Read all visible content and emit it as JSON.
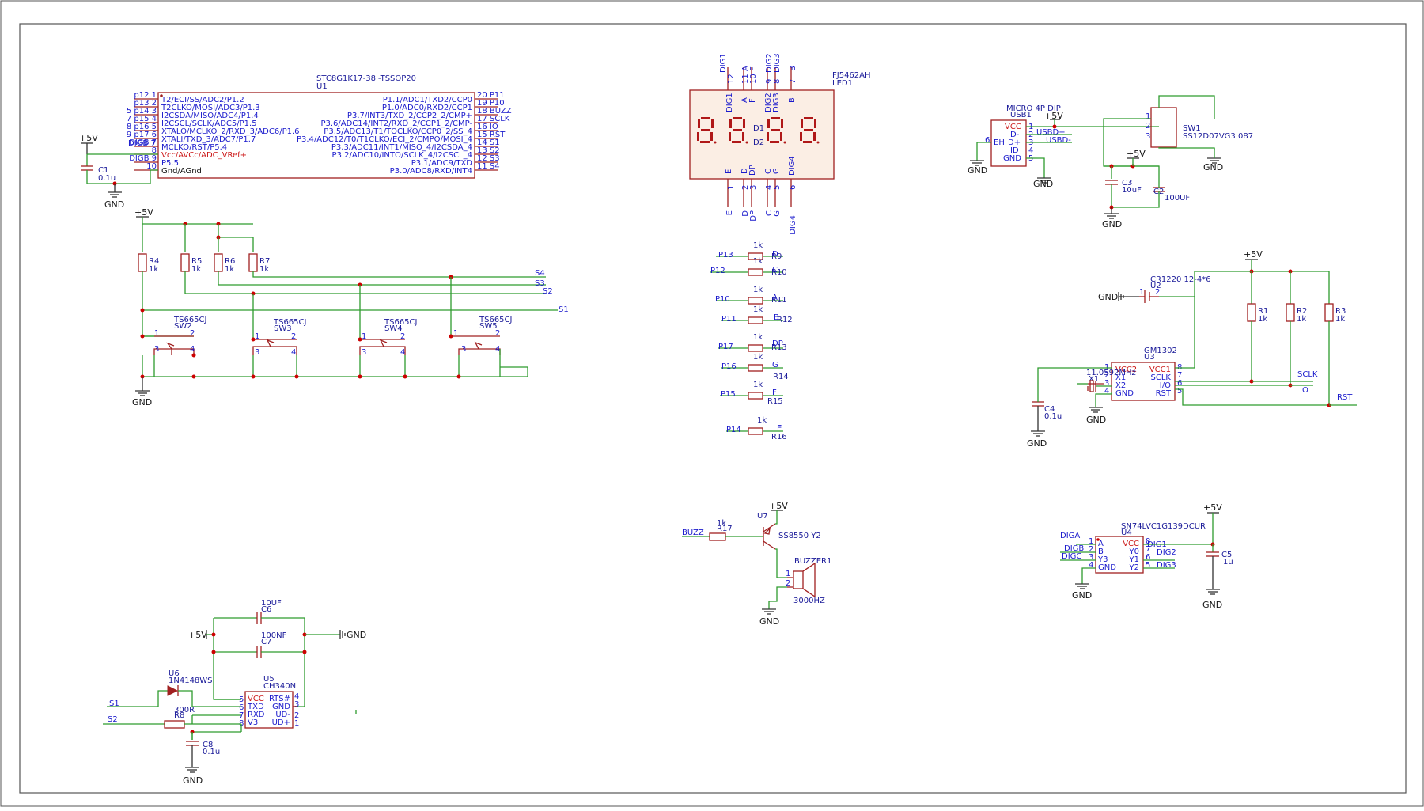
{
  "u1": {
    "ref": "U1",
    "value": "STC8G1K17-38I-TSSOP20",
    "left_pins": [
      {
        "num": "p12 1",
        "name": "T2/ECI/SS/ADC2/P1.2"
      },
      {
        "num": "p13 2",
        "name": "T2CLKO/MOSI/ADC3/P1.3"
      },
      {
        "num": "5 p14 3",
        "name": "I2CSDA/MISO/ADC4/P1.4"
      },
      {
        "num": "7 p15 4",
        "name": "I2CSCL/SCLK/ADC5/P1.5"
      },
      {
        "num": "8 p16 5",
        "name": "XTALO/MCLKO_2/RXD_3/ADC6/P1.6"
      },
      {
        "num": "9 p17 6",
        "name": "XTALI/TXD_3/ADC7/P1.7"
      },
      {
        "num": "DIGB 7",
        "name": "MCLKO/RST/P5.4"
      },
      {
        "num": "8",
        "name": "Vcc/AVCc/ADC_VRef+"
      },
      {
        "num": "DIGB 9",
        "name": "P5.5"
      },
      {
        "num": "10",
        "name": "Gnd/AGnd"
      }
    ],
    "right_pins": [
      {
        "num": "20 P11",
        "name": "P1.1/ADC1/TXD2/CCP0"
      },
      {
        "num": "19 P10",
        "name": "P1.0/ADC0/RXD2/CCP1"
      },
      {
        "num": "18 BUZZ",
        "name": "P3.7/INT3/TXD_2/CCP2_2/CMP+"
      },
      {
        "num": "17 SCLK",
        "name": "P3.6/ADC14/INT2/RXD_2/CCP1_2/CMP-"
      },
      {
        "num": "16 IO",
        "name": "P3.5/ADC13/T1/TOCLKO/CCP0_2/SS_4"
      },
      {
        "num": "15 RST",
        "name": "P3.4/ADC12/T0/T1CLKO/ECI_2/CMPO/MOSI_4"
      },
      {
        "num": "14 S1",
        "name": "P3.3/ADC11/INT1/MISO_4/I2CSDA_4"
      },
      {
        "num": "13 S2",
        "name": "P3.2/ADC10/INTO/SCLK_4/I2CSCL_4"
      },
      {
        "num": "12 S3",
        "name": "P3.1/ADC9/TXD"
      },
      {
        "num": "11 S4",
        "name": "P3.0/ADC8/RXD/INT4"
      }
    ]
  },
  "power": {
    "vcc": "+5V",
    "gnd": "GND"
  },
  "c1": {
    "ref": "C1",
    "value": "0.1u"
  },
  "pullups": [
    {
      "ref": "R4",
      "value": "1k"
    },
    {
      "ref": "R5",
      "value": "1k"
    },
    {
      "ref": "R6",
      "value": "1k"
    },
    {
      "ref": "R7",
      "value": "1k"
    }
  ],
  "switch_nets": [
    "S4",
    "S3",
    "S2",
    "S1"
  ],
  "switches": [
    {
      "ref": "SW2",
      "value": "TS665CJ"
    },
    {
      "ref": "SW3",
      "value": "TS665CJ"
    },
    {
      "ref": "SW4",
      "value": "TS665CJ"
    },
    {
      "ref": "SW5",
      "value": "TS665CJ"
    }
  ],
  "sw_pins": [
    "1",
    "2",
    "3",
    "4"
  ],
  "led": {
    "ref": "LED1",
    "value": "FJ5462AH",
    "top_nets": [
      "DIG1",
      "A",
      "F",
      "DIG2",
      "DIG3",
      "B"
    ],
    "top_nums": [
      "12",
      "11",
      "10",
      "9",
      "8",
      "7"
    ],
    "top_inner": [
      "DIG1",
      "A",
      "F",
      "DIG2",
      "DIG3",
      "B"
    ],
    "bottom_nets": [
      "E",
      "D",
      "DP",
      "C",
      "G",
      "DIG4"
    ],
    "bottom_nums": [
      "1",
      "2",
      "3",
      "4",
      "5",
      "6"
    ],
    "bottom_inner": [
      "E",
      "D",
      "DP",
      "C",
      "G",
      "DIG4"
    ],
    "colon": [
      "D1",
      "D2"
    ]
  },
  "seg_resistors": [
    {
      "net": "P13",
      "ref": "R9",
      "value": "1k",
      "out": "D"
    },
    {
      "net": "P12",
      "ref": "R10",
      "value": "1k",
      "out": "C"
    },
    {
      "net": "P10",
      "ref": "R11",
      "value": "1k",
      "out": "A"
    },
    {
      "net": "P11",
      "ref": "R12",
      "value": "1k",
      "out": "B"
    },
    {
      "net": "P17",
      "ref": "R13",
      "value": "1k",
      "out": "DP"
    },
    {
      "net": "P16",
      "ref": "R14",
      "value": "1k",
      "out": "G"
    },
    {
      "net": "P15",
      "ref": "R15",
      "value": "1k",
      "out": "F"
    },
    {
      "net": "P14",
      "ref": "R16",
      "value": "1k",
      "out": "E"
    }
  ],
  "usb": {
    "ref": "USB1",
    "value": "MICRO 4P DIP",
    "pins": [
      "VCC",
      "D-",
      "D+",
      "ID",
      "GND"
    ],
    "nums": [
      "1",
      "2",
      "3",
      "4",
      "5"
    ],
    "eh": "EH",
    "eh_num": "6",
    "net_p": "USBD+",
    "net_m": "USBD-"
  },
  "sw1": {
    "ref": "SW1",
    "value": "SS12D07VG3 087",
    "pins": [
      "1",
      "2",
      "3"
    ]
  },
  "c3": {
    "ref": "C3",
    "value": "10uF"
  },
  "c2": {
    "ref": "C2",
    "value": "100UF"
  },
  "rtc": {
    "ref": "U3",
    "value": "GM1302",
    "left": [
      "VCC2",
      "X1",
      "X2",
      "GND"
    ],
    "right": [
      "VCC1",
      "SCLK",
      "I/O",
      "RST"
    ],
    "lnums": [
      "1",
      "2",
      "3",
      "4"
    ],
    "rnums": [
      "8",
      "7",
      "6",
      "5"
    ],
    "nets": [
      "SCLK",
      "IO",
      "RST"
    ]
  },
  "bat": {
    "ref": "U2",
    "value": "CR1220 12-4*6",
    "pins": [
      "1",
      "2"
    ]
  },
  "x1": {
    "ref": "X1",
    "value": "11.0592MHz"
  },
  "c4": {
    "ref": "C4",
    "value": "0.1u"
  },
  "r123": [
    {
      "ref": "R1",
      "value": "1k"
    },
    {
      "ref": "R2",
      "value": "1k"
    },
    {
      "ref": "R3",
      "value": "1k"
    }
  ],
  "buzzer": {
    "ref": "BUZZER1",
    "value": "3000HZ",
    "pins": [
      "1",
      "2"
    ]
  },
  "q": {
    "ref": "U7",
    "value": "SS8550 Y2"
  },
  "r17": {
    "ref": "R17",
    "value": "1k",
    "net": "BUZZ"
  },
  "decoder": {
    "ref": "U4",
    "value": "SN74LVC1G139DCUR",
    "left": [
      "A",
      "B",
      "Y3",
      "GND"
    ],
    "right": [
      "VCC",
      "Y0",
      "Y1",
      "Y2"
    ],
    "lnums": [
      "1",
      "2",
      "3",
      "4"
    ],
    "rnums": [
      "8",
      "7",
      "6",
      "5"
    ],
    "in_nets": [
      "DIGA",
      "DIGB",
      "DIGC"
    ],
    "out_nets": [
      "DIG1",
      "DIG2",
      "DIG3"
    ]
  },
  "c5": {
    "ref": "C5",
    "value": "1u"
  },
  "ch340": {
    "ref": "U5",
    "value": "CH340N",
    "left": [
      "VCC",
      "TXD",
      "RXD",
      "V3"
    ],
    "right": [
      "RTS#",
      "GND",
      "UD-",
      "UD+"
    ],
    "lnums": [
      "5",
      "6",
      "7",
      "8"
    ],
    "rnums": [
      "4",
      "3",
      "2",
      "1"
    ]
  },
  "c6": {
    "ref": "C6",
    "value": "10UF"
  },
  "c7": {
    "ref": "C7",
    "value": "100NF"
  },
  "c8": {
    "ref": "C8",
    "value": "0.1u"
  },
  "u6": {
    "ref": "U6",
    "value": "1N4148WS"
  },
  "r8": {
    "ref": "R8",
    "value": "300R"
  },
  "ch_nets": [
    "S1",
    "S2"
  ]
}
